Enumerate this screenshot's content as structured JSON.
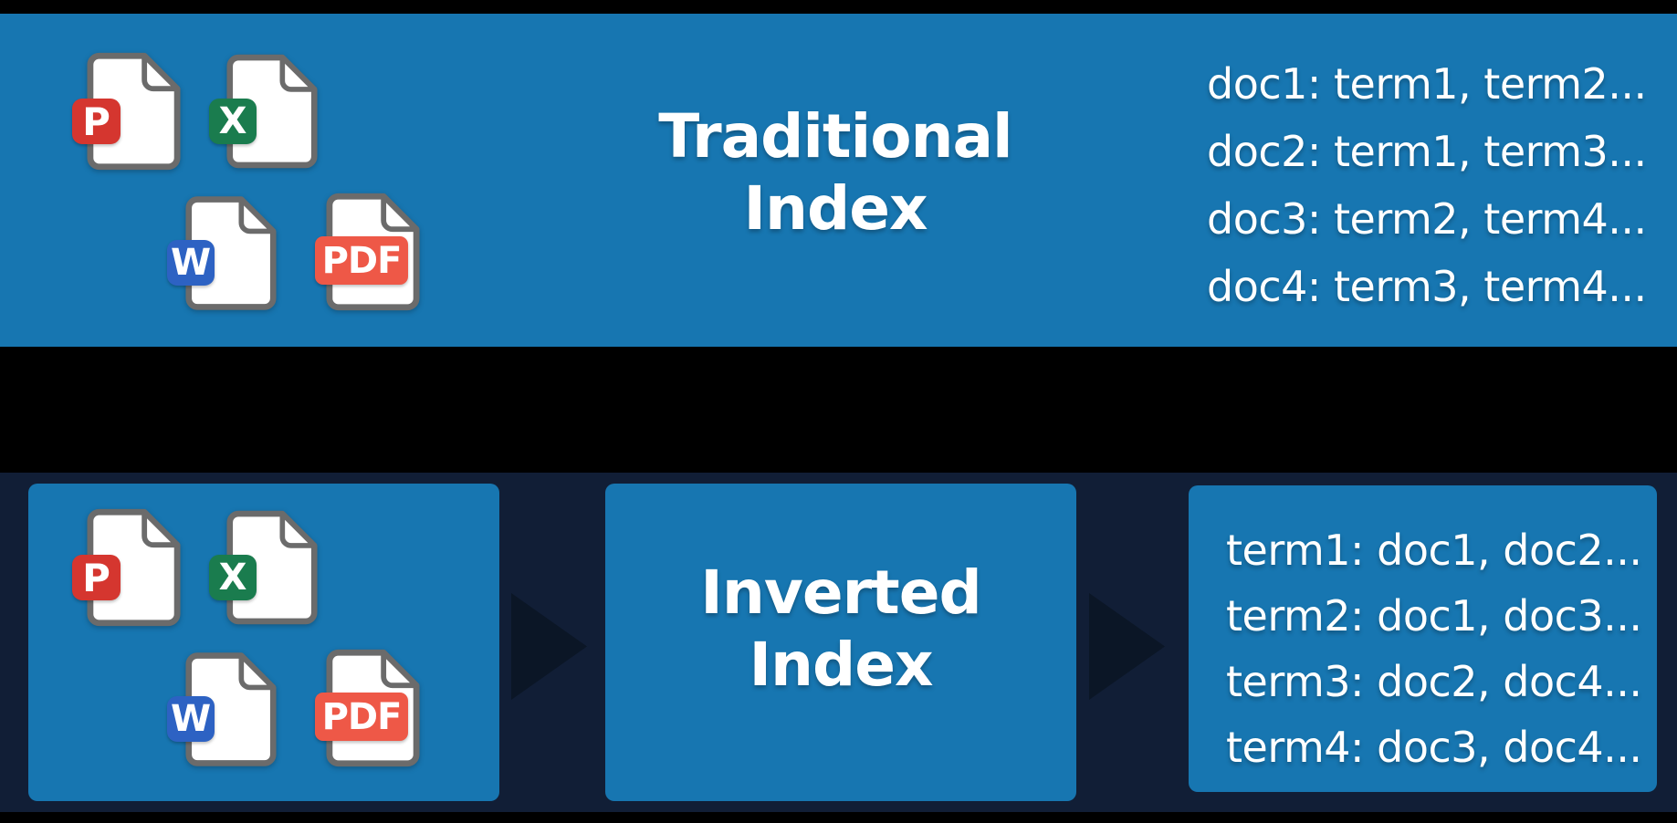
{
  "colors": {
    "band_blue": "#1776b1",
    "navy": "#111e36",
    "black": "#000000",
    "arrow": "#0b1626",
    "doc_border": "#6b6b6b",
    "doc_fill": "#ffffff",
    "ppt_red": "#d5362f",
    "excel_green": "#1a7c4e",
    "word_blue": "#2d62c3",
    "pdf_red": "#ee5847",
    "text_white": "#ffffff"
  },
  "documents": [
    {
      "badge": "P",
      "type": "powerpoint-file"
    },
    {
      "badge": "X",
      "type": "excel-file"
    },
    {
      "badge": "W",
      "type": "word-file"
    },
    {
      "badge": "PDF",
      "type": "pdf-file"
    }
  ],
  "top_panel": {
    "title_line1": "Traditional",
    "title_line2": "Index",
    "entries": [
      "doc1: term1, term2...",
      "doc2: term1, term3...",
      "doc3: term2, term4...",
      "doc4: term3, term4..."
    ]
  },
  "bottom_panel": {
    "title_line1": "Inverted",
    "title_line2": "Index",
    "entries": [
      "term1: doc1, doc2...",
      "term2: doc1, doc3...",
      "term3: doc2, doc4...",
      "term4: doc3, doc4..."
    ]
  }
}
